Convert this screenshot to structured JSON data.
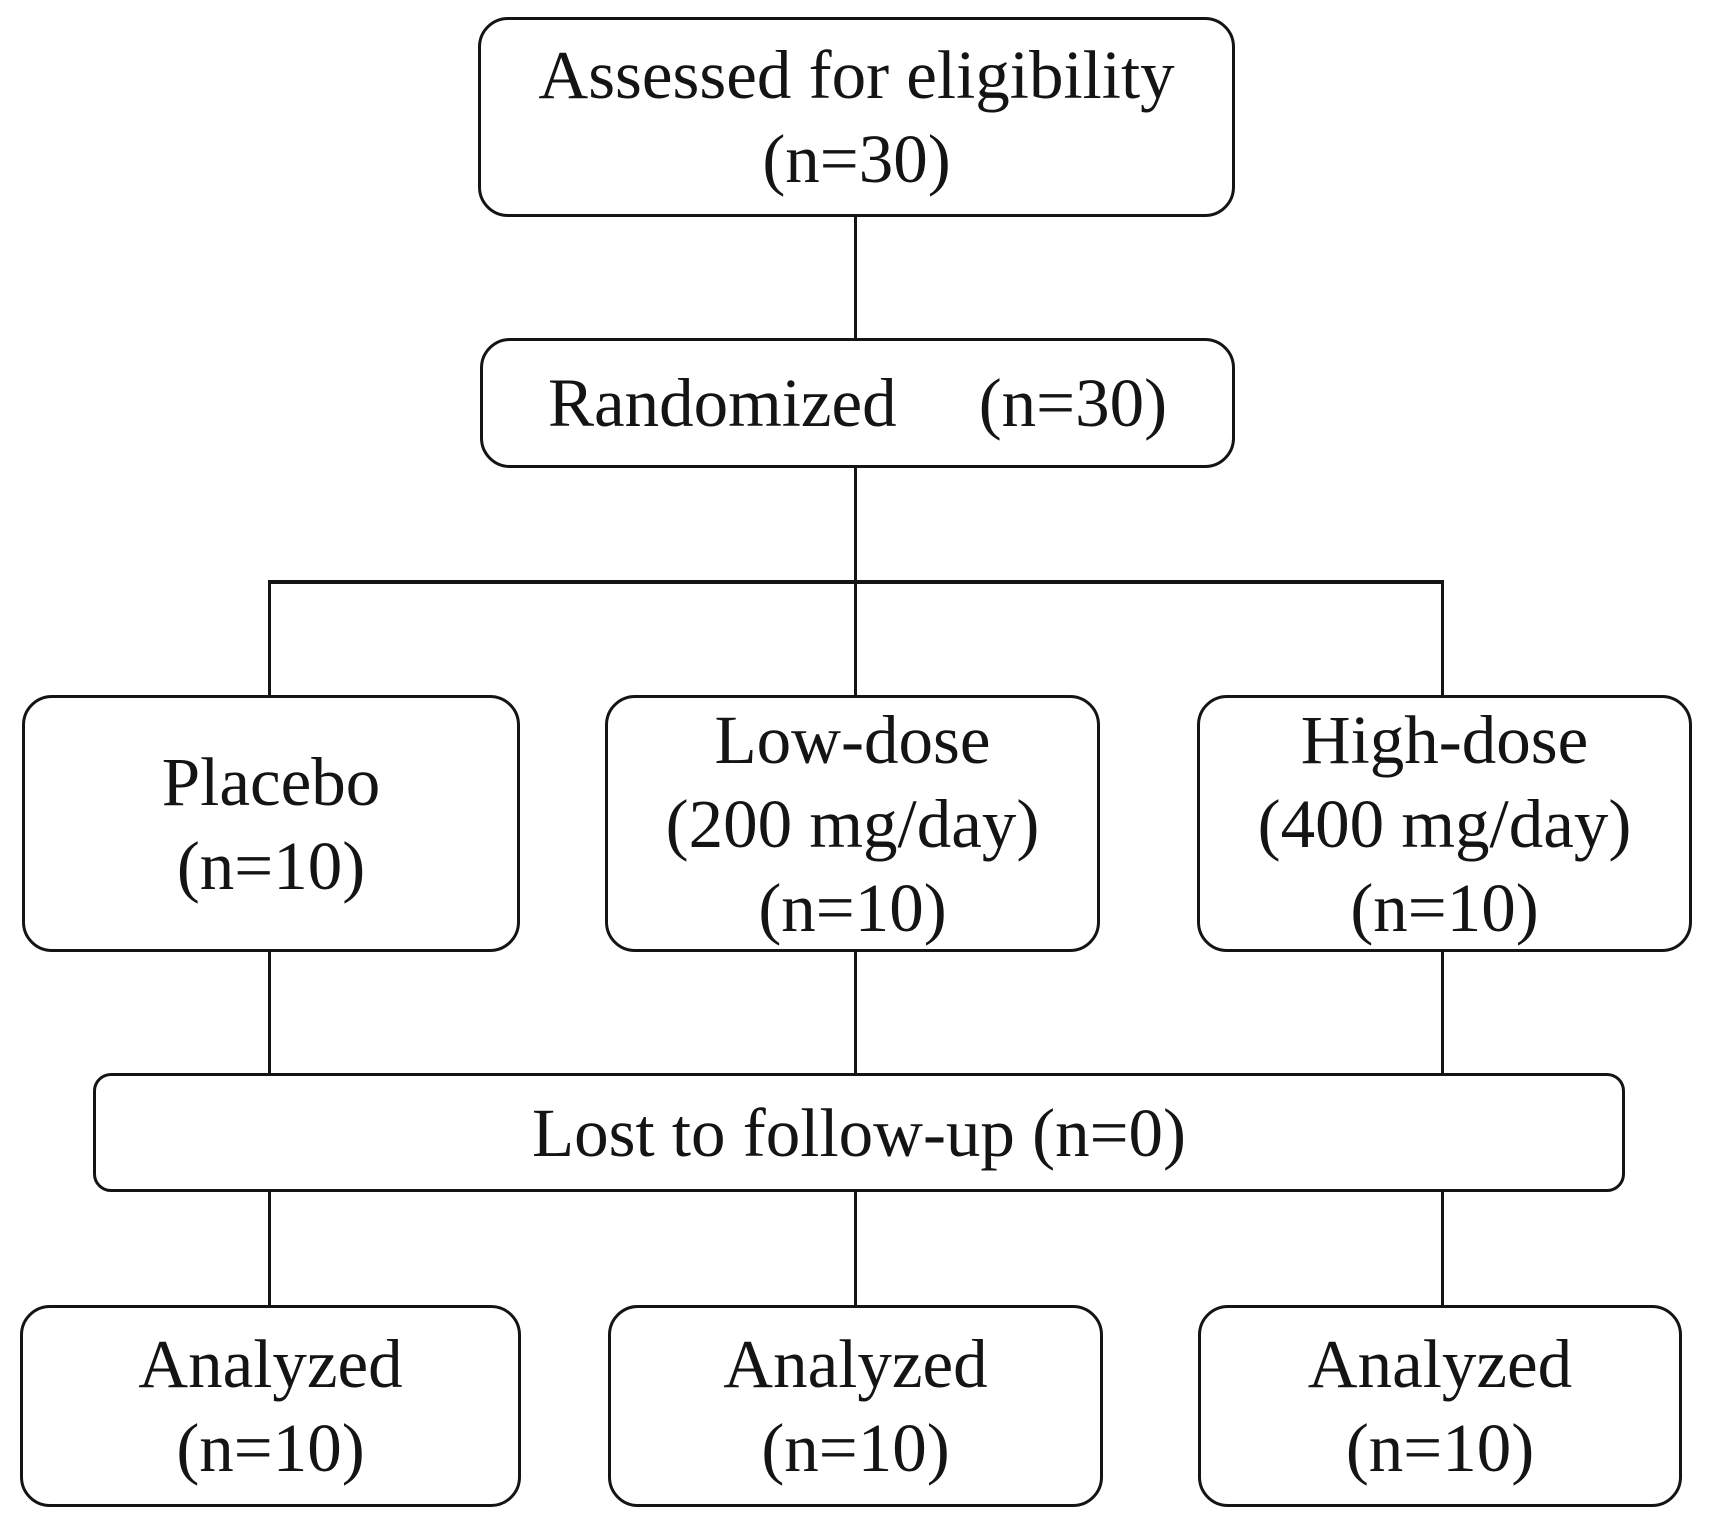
{
  "diagram": {
    "kind": "participant-flow-chart",
    "colors": {
      "border": "#141414",
      "text": "#141414",
      "background": "#ffffff"
    },
    "nodes": {
      "assessed": {
        "lines": [
          "Assessed for eligibility",
          "(n=30)"
        ]
      },
      "randomized": {
        "label": "Randomized",
        "count": "(n=30)"
      },
      "placebo": {
        "lines": [
          "Placebo",
          "(n=10)"
        ]
      },
      "low_dose": {
        "lines": [
          "Low-dose",
          "(200 mg/day)",
          "(n=10)"
        ]
      },
      "high_dose": {
        "lines": [
          "High-dose",
          "(400 mg/day)",
          "(n=10)"
        ]
      },
      "lost_followup": {
        "lines": [
          "Lost to follow-up (n=0)"
        ]
      },
      "analyzed_placebo": {
        "lines": [
          "Analyzed",
          "(n=10)"
        ]
      },
      "analyzed_low_dose": {
        "lines": [
          "Analyzed",
          "(n=10)"
        ]
      },
      "analyzed_high_dose": {
        "lines": [
          "Analyzed",
          "(n=10)"
        ]
      }
    }
  }
}
